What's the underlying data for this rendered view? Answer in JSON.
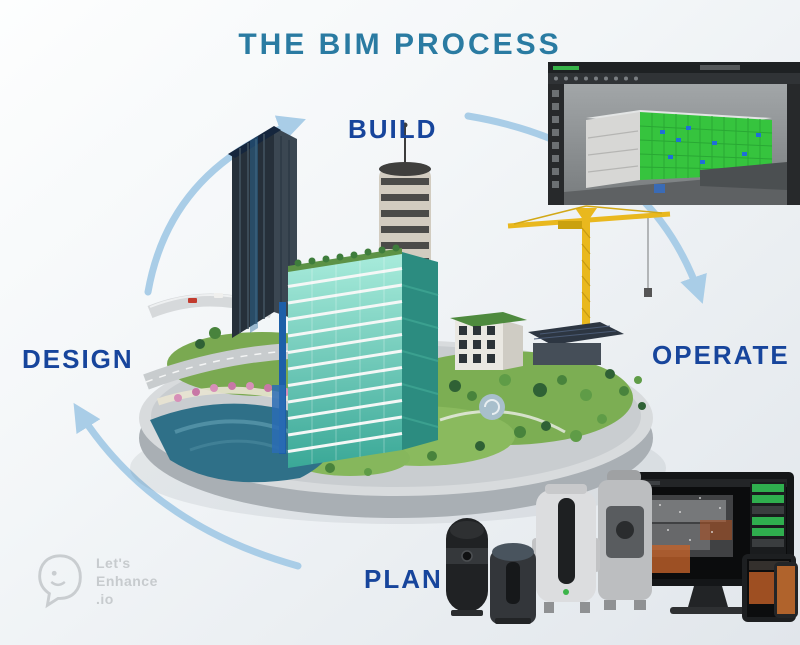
{
  "title": "THE BIM PROCESS",
  "stages": {
    "build": "BUILD",
    "operate": "OPERATE",
    "plan": "PLAN",
    "design": "DESIGN"
  },
  "cycle": {
    "direction": "clockwise",
    "order": [
      "PLAN",
      "DESIGN",
      "BUILD",
      "OPERATE"
    ]
  },
  "illustrations": {
    "center": "3D city district on circular platform with towers, glass building, crane, park and waterfront",
    "top_right": "BIM software screenshot with green 3D building model in dark CAD interface",
    "bottom_right": "Laser scanners beside monitor, tablet and phones showing point-cloud scan data"
  },
  "watermark": {
    "line1": "Let's",
    "line2": "Enhance",
    "line3": ".io"
  },
  "colors": {
    "title": "#2a7ba2",
    "stage_label": "#17459c",
    "arrow": "#a9cde7",
    "background": "#e9edf1",
    "crane_yellow": "#e9b81e",
    "glass_teal": "#4fc2ae",
    "model_green": "#36c43e",
    "water_blue": "#2f7088"
  }
}
